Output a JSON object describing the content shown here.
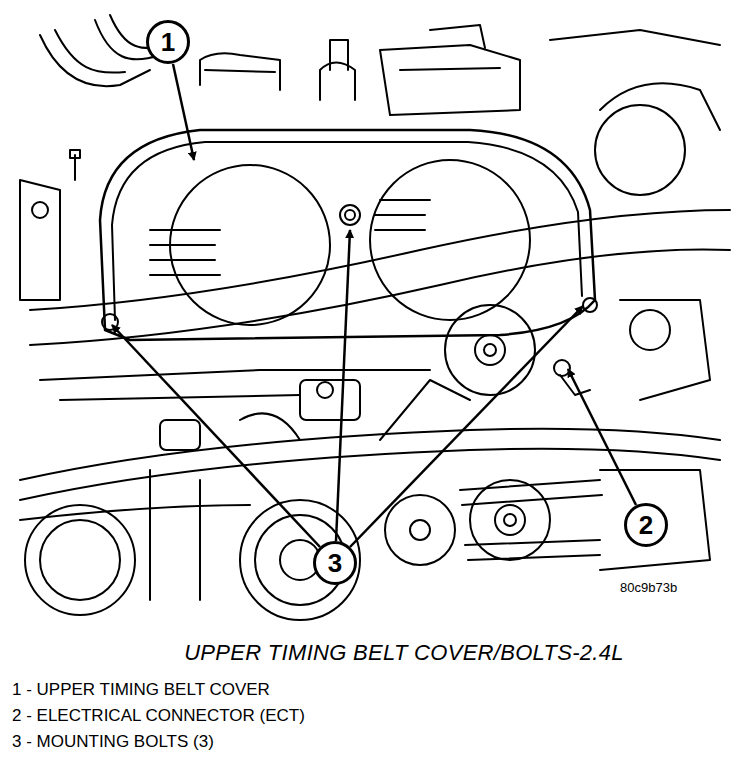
{
  "diagram": {
    "title": "UPPER TIMING BELT COVER/BOLTS-2.4L",
    "nodes": [
      {
        "text": [
          "1"
        ]
      },
      {
        "text": [
          "2"
        ]
      },
      {
        "text": [
          "3"
        ]
      }
    ],
    "labels": [
      "80c9b73b",
      "1 - UPPER TIMING BELT COVER",
      "2 - ELECTRICAL CONNECTOR (ECT)",
      "3 - MOUNTING BOLTS (3)"
    ]
  }
}
